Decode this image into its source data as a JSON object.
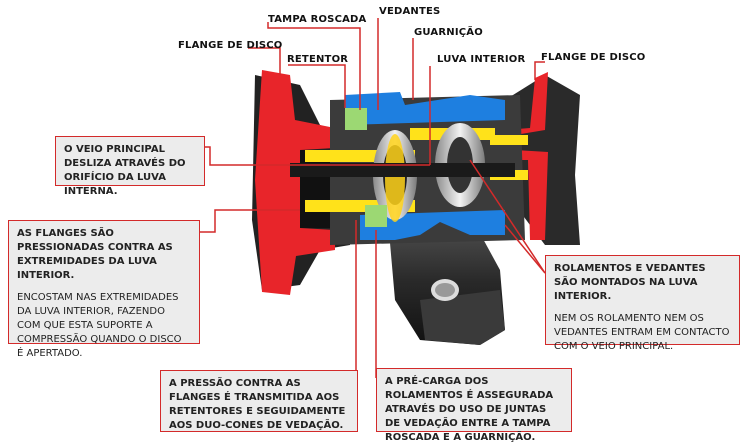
{
  "labels": {
    "tampa_roscada": "TAMPA ROSCADA",
    "vedantes": "VEDANTES",
    "guarnicao": "GUARNIÇÃO",
    "flange_left": "FLANGE DE DISCO",
    "retentor": "RETENTOR",
    "luva_interior": "LUVA INTERIOR",
    "flange_right": "FLANGE DE DISCO"
  },
  "callouts": {
    "veio": {
      "title": "O VEIO PRINCIPAL DESLIZA ATRAVÉS DO ORIFÍCIO DA LUVA INTERNA."
    },
    "flanges": {
      "title": "AS FLANGES SÃO PRESSIONADAS CONTRA AS EXTREMIDADES DA LUVA INTERIOR.",
      "detail": "ENCOSTAM NAS EXTREMIDADES DA LUVA INTERIOR, FAZENDO COM QUE ESTA SUPORTE A  COMPRESSÃO QUANDO O DISCO É APERTADO."
    },
    "rolamentos": {
      "title": "ROLAMENTOS E VEDANTES SÃO MONTADOS NA LUVA INTERIOR.",
      "detail": "NEM OS ROLAMENTO NEM OS VEDANTES ENTRAM EM CONTACTO COM O VEIO PRINCIPAL."
    },
    "pressao": {
      "title": "A PRESSÃO CONTRA AS FLANGES É TRANSMITIDA AOS RETENTORES E SEGUIDAMENTE AOS DUO-CONES DE VEDAÇÃO."
    },
    "precarga": {
      "title": "A PRÉ-CARGA DOS ROLAMENTOS É ASSEGURADA ATRAVÉS DO USO DE JUNTAS DE VEDAÇÃO ENTRE A TAMPA ROSCADA E A GUARNIÇÃO."
    }
  },
  "colors": {
    "accent": "#d32a2a",
    "flange": "#e8252a",
    "blue": "#1e7fe0",
    "yellow": "#ffe21a",
    "green": "#9cd873",
    "box_bg": "#ececec"
  }
}
